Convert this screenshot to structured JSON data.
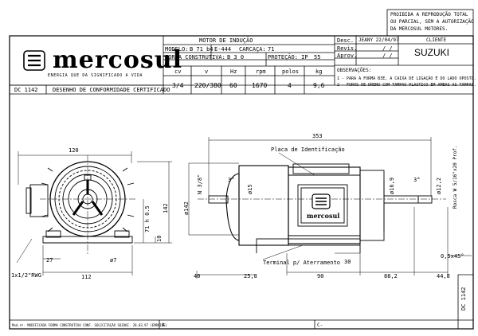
{
  "copyright_note": [
    "PROIBIDA A REPRODUÇÃO TOTAL",
    "OU PARCIAL, SEM A AUTORIZAÇÃO",
    "DA MERCOSUL MOTORES."
  ],
  "company": {
    "name": "mercosul",
    "tagline": "ENERGIA QUE DA SIGNIFICADO A VIDA",
    "plate_logo": "mercosul"
  },
  "header": {
    "motor_type": "MOTOR DE INDUÇÃO",
    "modelo_label": "MODELO:",
    "modelo_value": "B 71 b4",
    "modelo_code": "E-444",
    "carcaca_label": "CARCAÇA:",
    "carcaca_value": "71",
    "forma_label": "FORMA CONSTRUTIVA:",
    "forma_value": "B 3 0",
    "protecao_label": "PROTEÇÃO: IP",
    "protecao_value": "55",
    "desenho": "DC 1142",
    "titulo": "DESENHO DE CONFORMIDADE CERTIFICADO"
  },
  "specs": {
    "headers": [
      "cv",
      "v",
      "Hz",
      "rpm",
      "polos",
      "kg"
    ],
    "values": [
      "3/4",
      "220/380",
      "60",
      "1670",
      "4",
      "9,6"
    ]
  },
  "revision": {
    "desc_label": "Desc.",
    "desc_value": "JEANY 22/04/97",
    "revis_label": "Revis.",
    "aprov_label": "Aprov.",
    "date_placeholder": "/ /"
  },
  "cliente": {
    "label": "CLIENTE",
    "value": "SUZUKI"
  },
  "observacoes": {
    "label": "OBSERVAÇÕES:",
    "lines": [
      "1 - PARA A FORMA B3E, A CAIXA DE LIGAÇÃO É DO LADO OPOSTO.",
      "2 - FUROS DE DRENO COM TAMPAO PLASTICO EM AMBAS AS TAMPAS."
    ]
  },
  "dimensions": {
    "d353": "353",
    "d120": "120",
    "d112": "112",
    "d27": "27",
    "d7": "ø7",
    "d71": "71 h 0.5",
    "d10": "10",
    "d142_front": "142",
    "d142_side": "ø142",
    "d3_8": "N 3/8\"",
    "d15": "ø15",
    "d16_9": "ø16,9",
    "d12_2": "ø12,2",
    "d3_angle_a": "3°",
    "d3_angle_b": "3°",
    "rosca": "Rosca W 5/16\"x20 Prof.",
    "d40": "40",
    "d25_8": "25,8",
    "d90": "90",
    "d30": "30",
    "d88_2": "88,2",
    "d44_8": "44,8",
    "d05": "0,5x45°",
    "rwg": "1x1/2\"RWG"
  },
  "labels": {
    "placa": "Placa de Identificação",
    "terminal": "Terminal p/ Aterramento",
    "side_code": "DC 1142"
  },
  "footer": {
    "left": "Mod.nº- MODIFICADA FORMA CONSTRUTIVA CONF. SOLICITAÇÃO SUZUKI. 28.03.97 (EMRAISE)",
    "mid": "A",
    "right": "C-"
  }
}
